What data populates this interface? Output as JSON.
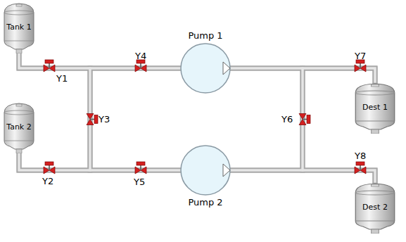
{
  "diagram": {
    "nodes": [
      {
        "text": [
          "Tank 1"
        ]
      },
      {
        "text": [
          "Tank 2"
        ]
      },
      {
        "text": [
          "Pump 1"
        ]
      },
      {
        "text": [
          "Pump 2"
        ]
      },
      {
        "text": [
          "Dest 1"
        ]
      },
      {
        "text": [
          "Dest 2"
        ]
      }
    ],
    "edges": [
      {
        "from": 0,
        "to": 2,
        "arrow": "none"
      },
      {
        "from": 0,
        "to": 3,
        "arrow": "none"
      },
      {
        "from": 1,
        "to": 2,
        "arrow": "none"
      },
      {
        "from": 1,
        "to": 3,
        "arrow": "none"
      },
      {
        "from": 2,
        "to": 4,
        "arrow": "none"
      },
      {
        "from": 2,
        "to": 5,
        "arrow": "none"
      },
      {
        "from": 3,
        "to": 4,
        "arrow": "none"
      },
      {
        "from": 3,
        "to": 5,
        "arrow": "none"
      }
    ],
    "labels": [
      "Y1",
      "Y2",
      "Y3",
      "Y4",
      "Y5",
      "Y6",
      "Y7",
      "Y8"
    ]
  }
}
